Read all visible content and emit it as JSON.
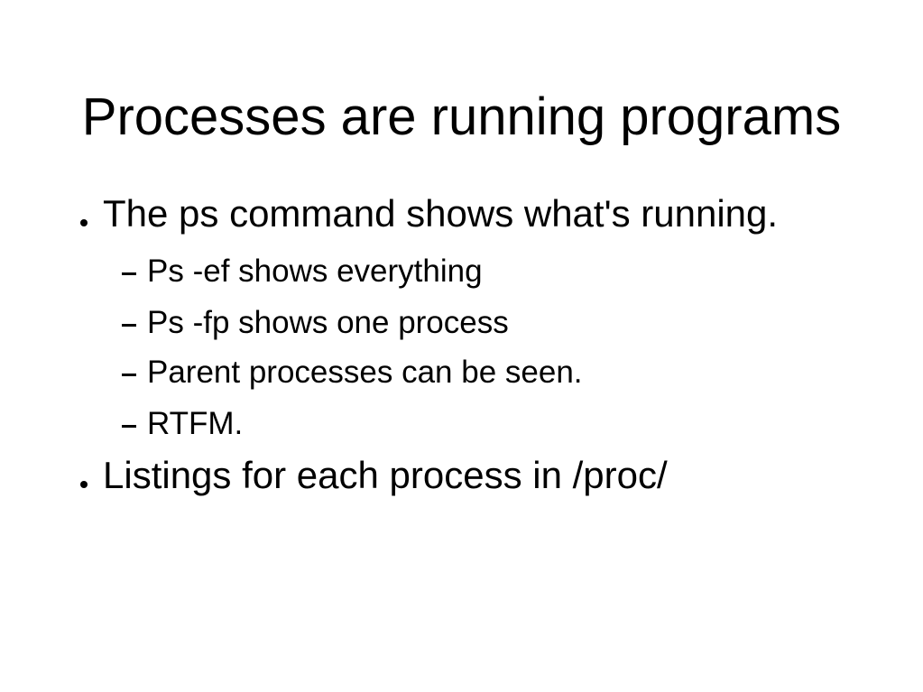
{
  "slide": {
    "title": "Processes are running programs",
    "bullets": [
      {
        "text": "The ps command shows what's running.",
        "sub": [
          "Ps -ef shows everything",
          "Ps -fp shows one process",
          "Parent processes can be seen.",
          "RTFM."
        ]
      },
      {
        "text": "Listings for each process in /proc/",
        "sub": []
      }
    ],
    "colors": {
      "background": "#ffffff",
      "text": "#000000"
    }
  }
}
